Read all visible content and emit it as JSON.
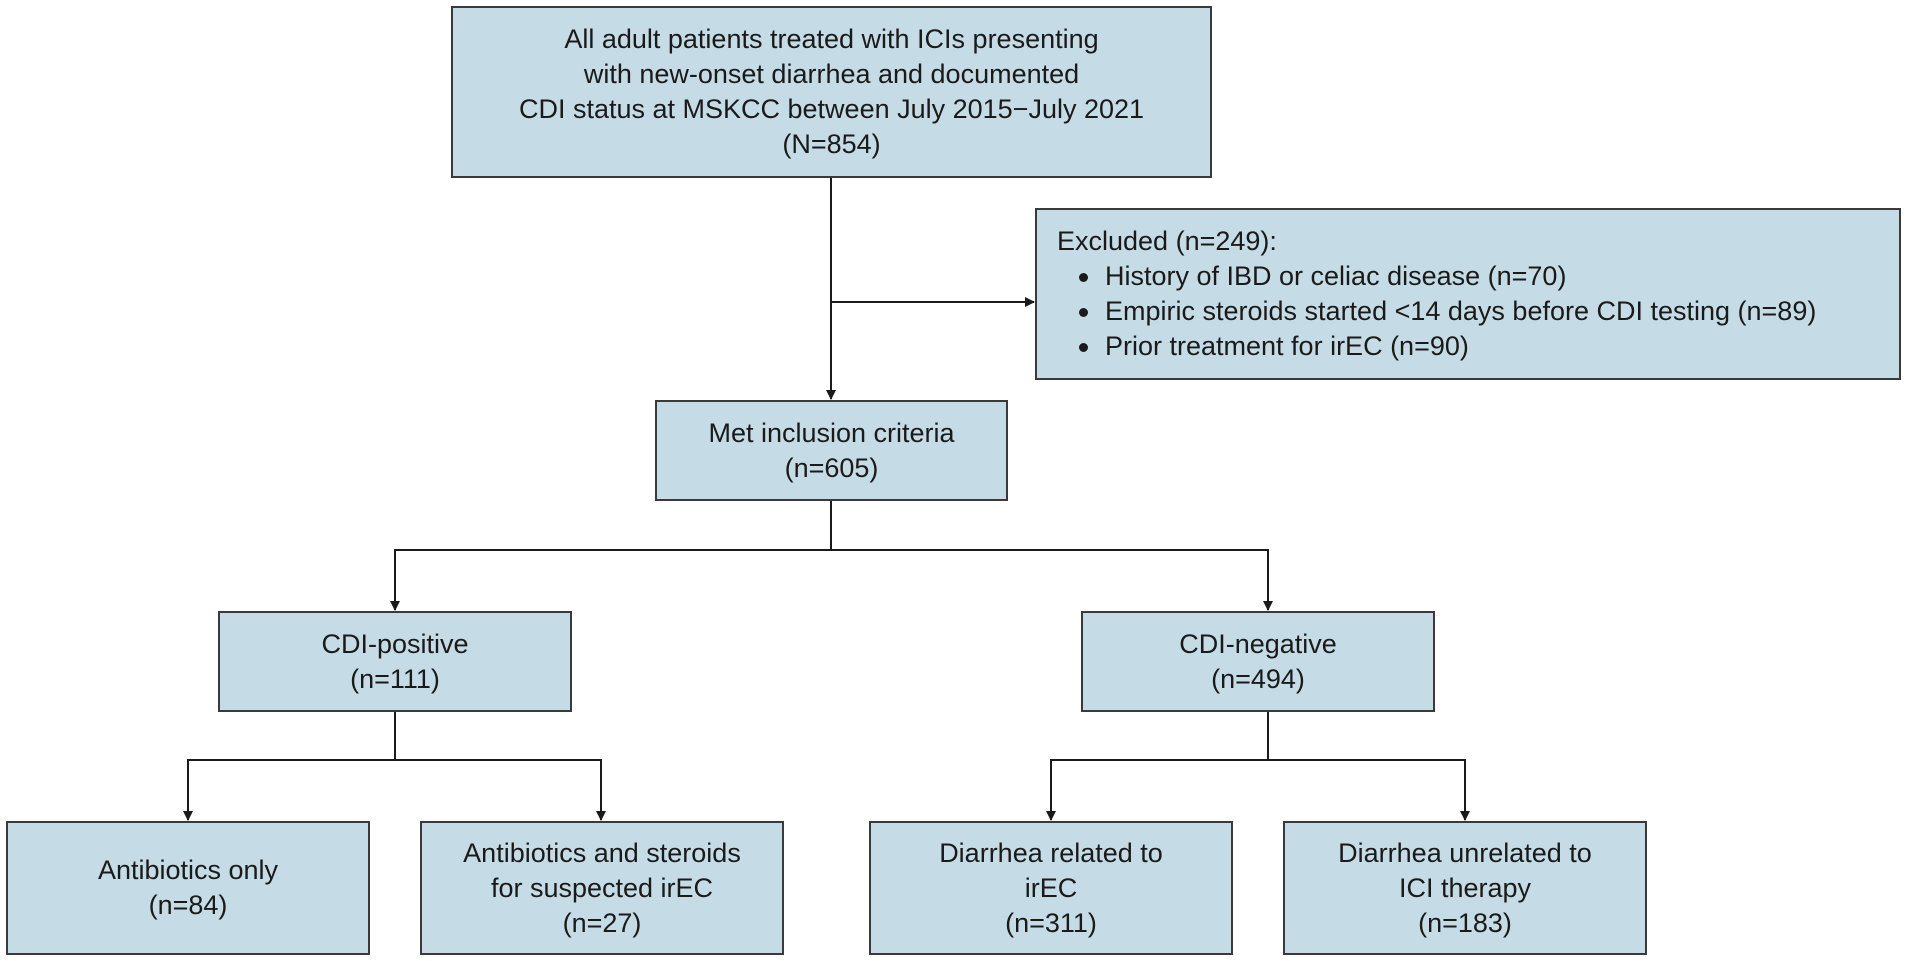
{
  "boxes": {
    "start": {
      "lines": [
        "All adult patients treated with ICIs presenting",
        "with new-onset diarrhea and documented",
        "CDI status at MSKCC between July 2015−July 2021",
        "(N=854)"
      ]
    },
    "excluded": {
      "title": "Excluded (n=249):",
      "items": [
        "History of IBD or celiac disease (n=70)",
        "Empiric steroids started <14 days before CDI testing (n=89)",
        "Prior treatment for irEC (n=90)"
      ]
    },
    "inclusion": {
      "lines": [
        "Met inclusion criteria",
        "(n=605)"
      ]
    },
    "cdi_positive": {
      "lines": [
        "CDI-positive",
        "(n=111)"
      ]
    },
    "cdi_negative": {
      "lines": [
        "CDI-negative",
        "(n=494)"
      ]
    },
    "antibiotics_only": {
      "lines": [
        "Antibiotics only",
        "(n=84)"
      ]
    },
    "antibiotics_steroids": {
      "lines": [
        "Antibiotics and steroids",
        "for suspected irEC",
        "(n=27)"
      ]
    },
    "diarrhea_related": {
      "lines": [
        "Diarrhea related to",
        "irEC",
        "(n=311)"
      ]
    },
    "diarrhea_unrelated": {
      "lines": [
        "Diarrhea unrelated to",
        "ICI therapy",
        "(n=183)"
      ]
    }
  },
  "colors": {
    "box_fill": "#c5dbe6",
    "box_border": "#3a3a3a",
    "connector": "#1a1a1a"
  }
}
